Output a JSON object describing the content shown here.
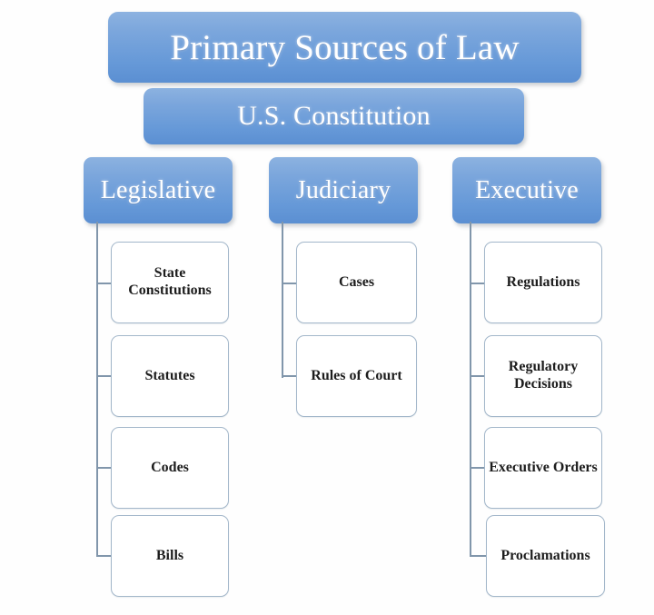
{
  "diagram": {
    "title": "Primary Sources of Law",
    "root": "U.S. Constitution",
    "colors": {
      "node_blue_top": "#8cb2e0",
      "node_blue_bottom": "#5b8fd2",
      "leaf_border": "#a3b7ca",
      "connector": "#8196ab",
      "node_text": "#ffffff",
      "leaf_text": "#1d1d1d",
      "background": "#fefefe"
    },
    "branches": [
      {
        "label": "Legislative",
        "items": [
          {
            "label": "State Constitutions"
          },
          {
            "label": "Statutes"
          },
          {
            "label": "Codes"
          },
          {
            "label": "Bills"
          }
        ]
      },
      {
        "label": "Judiciary",
        "items": [
          {
            "label": "Cases"
          },
          {
            "label": "Rules of Court"
          }
        ]
      },
      {
        "label": "Executive",
        "items": [
          {
            "label": "Regulations"
          },
          {
            "label": "Regulatory Decisions"
          },
          {
            "label": "Executive Orders"
          },
          {
            "label": "Proclamations"
          }
        ]
      }
    ]
  }
}
